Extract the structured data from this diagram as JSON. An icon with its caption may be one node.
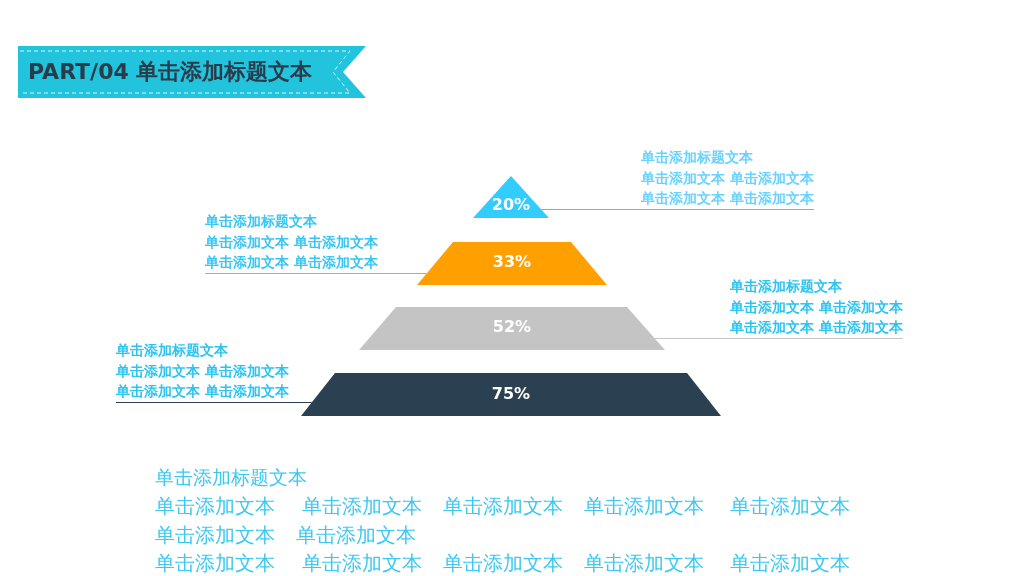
{
  "diagram": {
    "title": "PART/04 单击添加标题文本",
    "nodes": [
      {
        "text": [
          "单击添加标题文本",
          "单击添加文本 单击添加文本",
          "单击添加文本 单击添加文本"
        ]
      },
      {
        "text": [
          "20%"
        ]
      },
      {
        "text": [
          "单击添加标题文本",
          "单击添加文本 单击添加文本",
          "单击添加文本 单击添加文本"
        ]
      },
      {
        "text": [
          "33%"
        ]
      },
      {
        "text": [
          "单击添加标题文本",
          "单击添加文本 单击添加文本",
          "单击添加文本 单击添加文本"
        ]
      },
      {
        "text": [
          "52%"
        ]
      },
      {
        "text": [
          "单击添加标题文本",
          "单击添加文本 单击添加文本",
          "单击添加文本 单击添加文本"
        ]
      },
      {
        "text": [
          "75%"
        ]
      }
    ],
    "edges": [
      {
        "from": 0,
        "to": 1,
        "arrow": "none",
        "color": "#33ccff"
      },
      {
        "from": 2,
        "to": 3,
        "arrow": "none",
        "color": "#ff9f00"
      },
      {
        "from": 4,
        "to": 5,
        "arrow": "none",
        "color": "#c4c4c4"
      },
      {
        "from": 6,
        "to": 7,
        "arrow": "none",
        "color": "#2b4050"
      }
    ],
    "labels": [
      "单击添加标题文本",
      "单击添加文本",
      "单击添加文本",
      "单击添加文本",
      "单击添加文本",
      "单击添加文本",
      "单击添加文本",
      "单击添加文本",
      "单击添加文本",
      "单击添加文本",
      "单击添加文本",
      "单击添加文本",
      "单击添加文本"
    ]
  }
}
